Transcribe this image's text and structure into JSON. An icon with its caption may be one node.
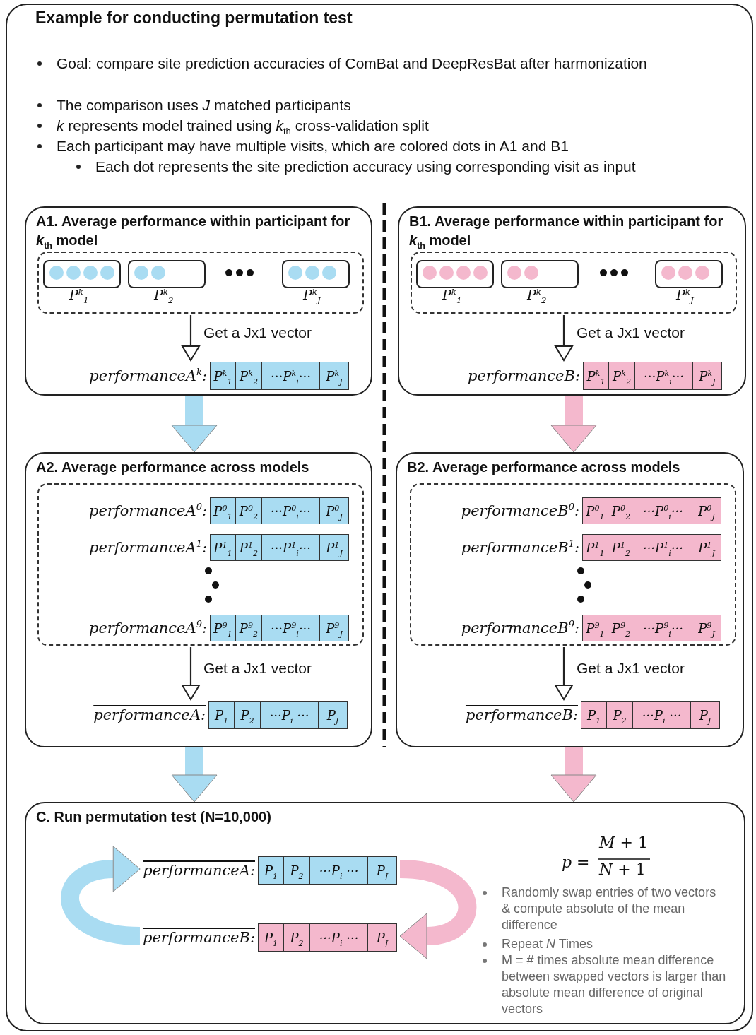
{
  "diagram": {
    "title": "Example for conducting permutation test",
    "nodes": [
      {
        "text": [
          "A1. Average performance within participant for *k*$_{th}$ model"
        ]
      },
      {
        "text": [],
        "shape": "box",
        "in": 0
      },
      {
        "text": [
          "P$^{k}$$_{1}$"
        ],
        "in": 1
      },
      {
        "text": [
          "P$^{k}$$_{2}$"
        ],
        "in": 1
      },
      {
        "text": [
          "P$^{k}$$_{J}$"
        ],
        "in": 1
      },
      {
        "text": [
          "performanceA$^{k}$:",
          "P$^{k}$$_{1}$",
          "P$^{k}$$_{2}$",
          "···P$^{k}$$_{i}$···",
          "P$^{k}$$_{J}$"
        ],
        "in": 0
      },
      {
        "text": [
          "B1. Average performance within participant for *k*$_{th}$ model"
        ]
      },
      {
        "text": [],
        "shape": "box",
        "in": 6
      },
      {
        "text": [
          "P$^{k}$$_{1}$"
        ],
        "in": 7
      },
      {
        "text": [
          "P$^{k}$$_{2}$"
        ],
        "in": 7
      },
      {
        "text": [
          "P$^{k}$$_{J}$"
        ],
        "in": 7
      },
      {
        "text": [
          "performanceB:",
          "P$^{k}$$_{1}$",
          "P$^{k}$$_{2}$",
          "···P$^{k}$$_{i}$···",
          "P$^{k}$$_{J}$"
        ],
        "in": 6
      },
      {
        "text": [
          "A2. Average performance across models"
        ]
      },
      {
        "text": [],
        "shape": "box",
        "in": 12
      },
      {
        "text": [
          "performanceA$^{0}$:",
          "P$^{0}$$_{1}$",
          "P$^{0}$$_{2}$",
          "···P$^{0}$$_{i}$···",
          "P$^{0}$$_{J}$"
        ],
        "in": 13
      },
      {
        "text": [
          "performanceA$^{1}$:",
          "P$^{1}$$_{1}$",
          "P$^{1}$$_{2}$",
          "···P$^{1}$$_{i}$···",
          "P$^{1}$$_{J}$"
        ],
        "in": 13
      },
      {
        "text": [
          "performanceA$^{9}$:",
          "P$^{9}$$_{1}$",
          "P$^{9}$$_{2}$",
          "···P$^{9}$$_{i}$···",
          "P$^{9}$$_{J}$"
        ],
        "in": 13
      },
      {
        "text": [
          "performanceA:",
          "P$_{1}$",
          "P$_{2}$",
          "···P$_{i}$ ···",
          "P$_{J}$"
        ],
        "in": 12
      },
      {
        "text": [
          "B2. Average performance across models"
        ]
      },
      {
        "text": [],
        "shape": "box",
        "in": 18
      },
      {
        "text": [
          "performanceB$^{0}$:",
          "P$^{0}$$_{1}$",
          "P$^{0}$$_{2}$",
          "···P$^{0}$$_{i}$···",
          "P$^{0}$$_{J}$"
        ],
        "in": 19
      },
      {
        "text": [
          "performanceB$^{1}$:",
          "P$^{1}$$_{1}$",
          "P$^{1}$$_{2}$",
          "···P$^{1}$$_{i}$···",
          "P$^{1}$$_{J}$"
        ],
        "in": 19
      },
      {
        "text": [
          "performanceB$^{9}$:",
          "P$^{9}$$_{1}$",
          "P$^{9}$$_{2}$",
          "···P$^{9}$$_{i}$···",
          "P$^{9}$$_{J}$"
        ],
        "in": 19
      },
      {
        "text": [
          "performanceB:",
          "P$_{1}$",
          "P$_{2}$",
          "···P$_{i}$ ···",
          "P$_{J}$"
        ],
        "in": 18
      },
      {
        "text": [
          "C. Run permutation test (N=10,000)"
        ]
      },
      {
        "text": [
          "performanceA:",
          "P$_{1}$",
          "P$_{2}$",
          "···P$_{i}$ ···",
          "P$_{J}$"
        ],
        "in": 24
      },
      {
        "text": [
          "performanceB:",
          "P$_{1}$",
          "P$_{2}$",
          "···P$_{i}$ ···",
          "P$_{J}$"
        ],
        "in": 24
      }
    ],
    "edges": [
      {
        "from": 1,
        "to": 5,
        "arrow": "to",
        "label": "Get a Jx1 vector"
      },
      {
        "from": 7,
        "to": 11,
        "arrow": "to",
        "label": "Get a Jx1 vector"
      },
      {
        "from": 0,
        "to": 12,
        "arrow": "to",
        "color": "#a9dcf2"
      },
      {
        "from": 6,
        "to": 18,
        "arrow": "to",
        "color": "#f4b8cd"
      },
      {
        "from": 13,
        "to": 17,
        "arrow": "to",
        "label": "Get a Jx1 vector"
      },
      {
        "from": 19,
        "to": 23,
        "arrow": "to",
        "label": "Get a Jx1 vector"
      },
      {
        "from": 12,
        "to": 24,
        "arrow": "to",
        "color": "#a9dcf2"
      },
      {
        "from": 18,
        "to": 24,
        "arrow": "to",
        "color": "#f4b8cd"
      },
      {
        "from": 25,
        "to": 26,
        "arrow": "to",
        "color": "#f4b8cd"
      },
      {
        "from": 26,
        "to": 25,
        "arrow": "to",
        "color": "#a9dcf2"
      }
    ],
    "labels": [
      "Goal: compare site prediction accuracies of ComBat and DeepResBat after harmonization",
      "The comparison uses *J* matched participants",
      "*k* represents model trained using *k*$_{th}$ cross-validation split",
      "Each participant may have multiple visits, which are colored dots in A1 and B1",
      "Each dot represents the site prediction accuracy using corresponding visit as input",
      "*p* =",
      "*M* + 1",
      "*N* + 1",
      "Randomly swap entries of two vectors & compute absolute of the mean difference",
      "Repeat *N* Times",
      "M = # times absolute mean difference between swapped vectors is larger than absolute mean difference of original vectors"
    ]
  }
}
